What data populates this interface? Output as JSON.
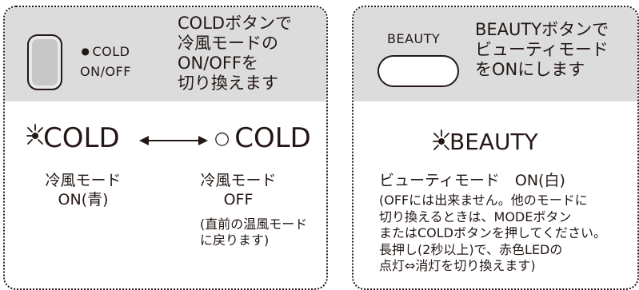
{
  "cold_panel": {
    "button_label_line1": "COLD",
    "button_label_line2": "ON/OFF",
    "description": [
      "COLDボタンで",
      "冷風モードの",
      "ON/OFFを",
      "切り換えます"
    ],
    "on_indicator": "COLD",
    "off_indicator": "COLD",
    "on_mode_line1": "冷風モード",
    "on_mode_line2": "ON(青)",
    "off_mode_line1": "冷風モード",
    "off_mode_line2": "OFF",
    "off_note": [
      "(直前の温風モード",
      "に戻ります)"
    ]
  },
  "beauty_panel": {
    "button_label": "BEAUTY",
    "description": [
      "BEAUTYボタンで",
      "ビューティモード",
      "をONにします"
    ],
    "on_indicator": "BEAUTY",
    "mode_text": "ビューティモード　ON(白)",
    "note": [
      "(OFFには出来ません。他のモードに",
      "切り換えるときは、MODEボタン",
      "またはCOLDボタンを押してください。",
      "長押し(2秒以上)で、赤色LEDの",
      "点灯⇔消灯を切り換えます)"
    ]
  }
}
